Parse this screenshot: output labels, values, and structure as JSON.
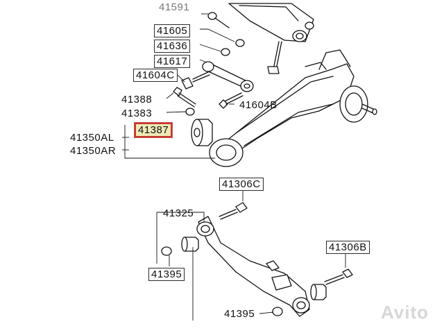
{
  "parts": {
    "top_cut": "41591",
    "p41605": "41605",
    "p41636": "41636",
    "p41617": "41617",
    "p41604c": "41604C",
    "p41388": "41388",
    "p41383": "41383",
    "p41604b": "41604B",
    "p41387": "41387",
    "p41350al": "41350AL",
    "p41350ar": "41350AR",
    "p41306c": "41306C",
    "p41325": "41325",
    "p41395a": "41395",
    "p41306b": "41306B",
    "p41395b": "41395"
  },
  "watermark": "Avito",
  "highlight_color": "#c0392b"
}
